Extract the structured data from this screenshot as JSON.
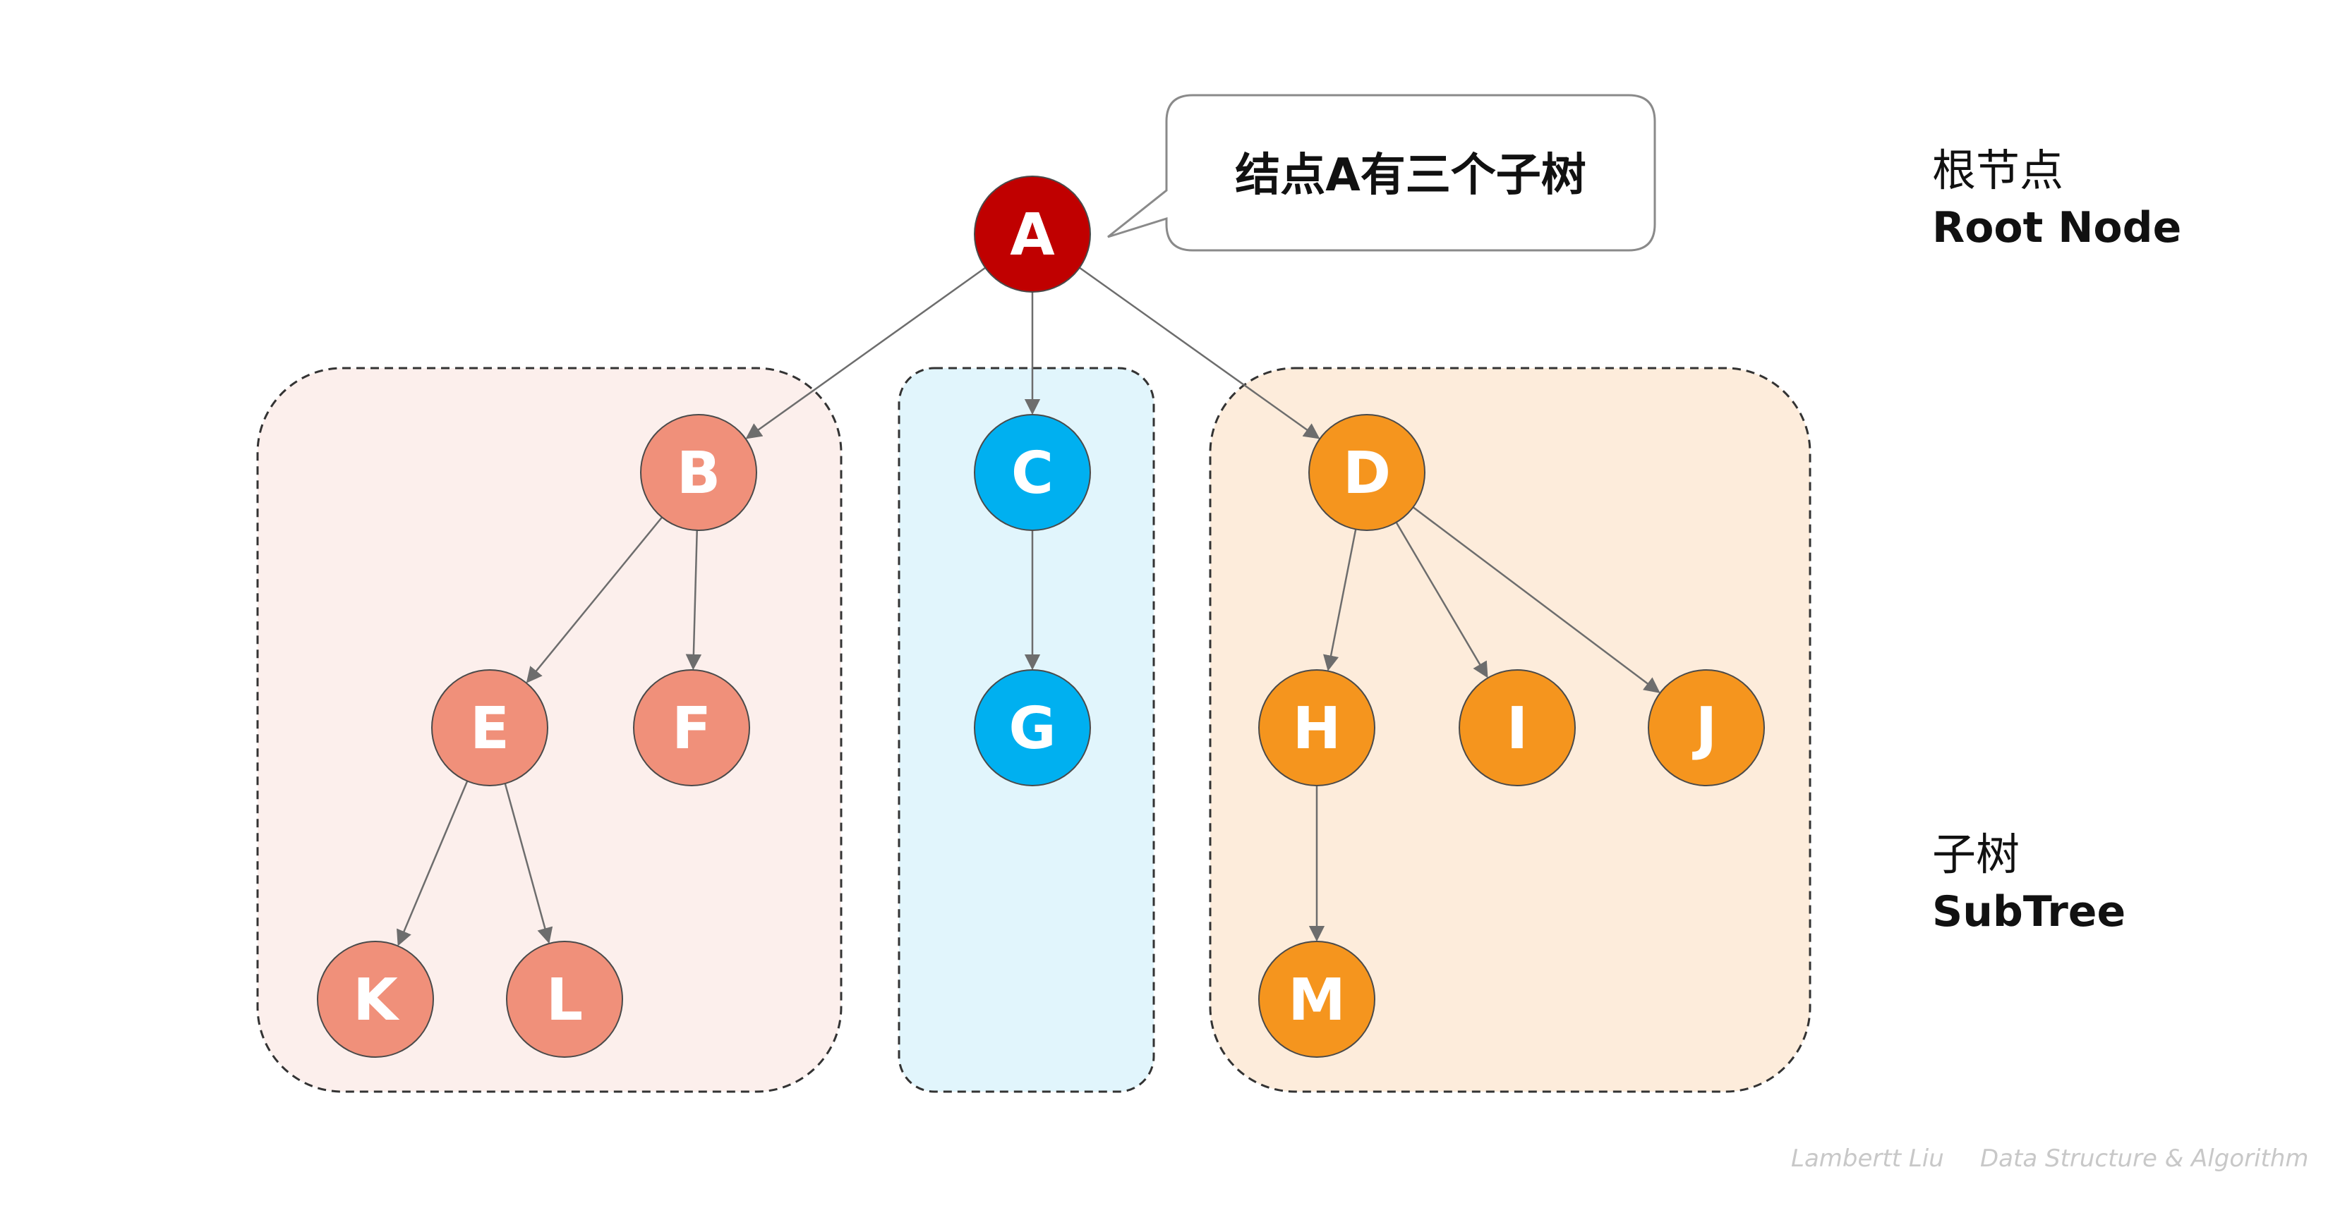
{
  "callout": {
    "text": "结点A有三个子树"
  },
  "labels": {
    "root_cn": "根节点",
    "root_en": "Root Node",
    "subtree_cn": "子树",
    "subtree_en": "SubTree"
  },
  "watermark": {
    "author": "Lambertt Liu",
    "subtitle": "Data Structure & Algorithm"
  },
  "colors": {
    "root": "#c00000",
    "subtree_b": "#f0907a",
    "subtree_c": "#00b0f0",
    "subtree_d": "#f5951e",
    "box_b_fill": "#fcefec",
    "box_c_fill": "#e1f5fc",
    "box_d_fill": "#fdecdb"
  },
  "tree": {
    "nodes": [
      {
        "id": "A",
        "label": "A",
        "group": "root"
      },
      {
        "id": "B",
        "label": "B",
        "group": "subtree_b"
      },
      {
        "id": "C",
        "label": "C",
        "group": "subtree_c"
      },
      {
        "id": "D",
        "label": "D",
        "group": "subtree_d"
      },
      {
        "id": "E",
        "label": "E",
        "group": "subtree_b"
      },
      {
        "id": "F",
        "label": "F",
        "group": "subtree_b"
      },
      {
        "id": "G",
        "label": "G",
        "group": "subtree_c"
      },
      {
        "id": "H",
        "label": "H",
        "group": "subtree_d"
      },
      {
        "id": "I",
        "label": "I",
        "group": "subtree_d"
      },
      {
        "id": "J",
        "label": "J",
        "group": "subtree_d"
      },
      {
        "id": "K",
        "label": "K",
        "group": "subtree_b"
      },
      {
        "id": "L",
        "label": "L",
        "group": "subtree_b"
      },
      {
        "id": "M",
        "label": "M",
        "group": "subtree_d"
      }
    ],
    "edges": [
      [
        "A",
        "B"
      ],
      [
        "A",
        "C"
      ],
      [
        "A",
        "D"
      ],
      [
        "B",
        "E"
      ],
      [
        "B",
        "F"
      ],
      [
        "C",
        "G"
      ],
      [
        "D",
        "H"
      ],
      [
        "D",
        "I"
      ],
      [
        "D",
        "J"
      ],
      [
        "E",
        "K"
      ],
      [
        "E",
        "L"
      ],
      [
        "H",
        "M"
      ]
    ]
  }
}
